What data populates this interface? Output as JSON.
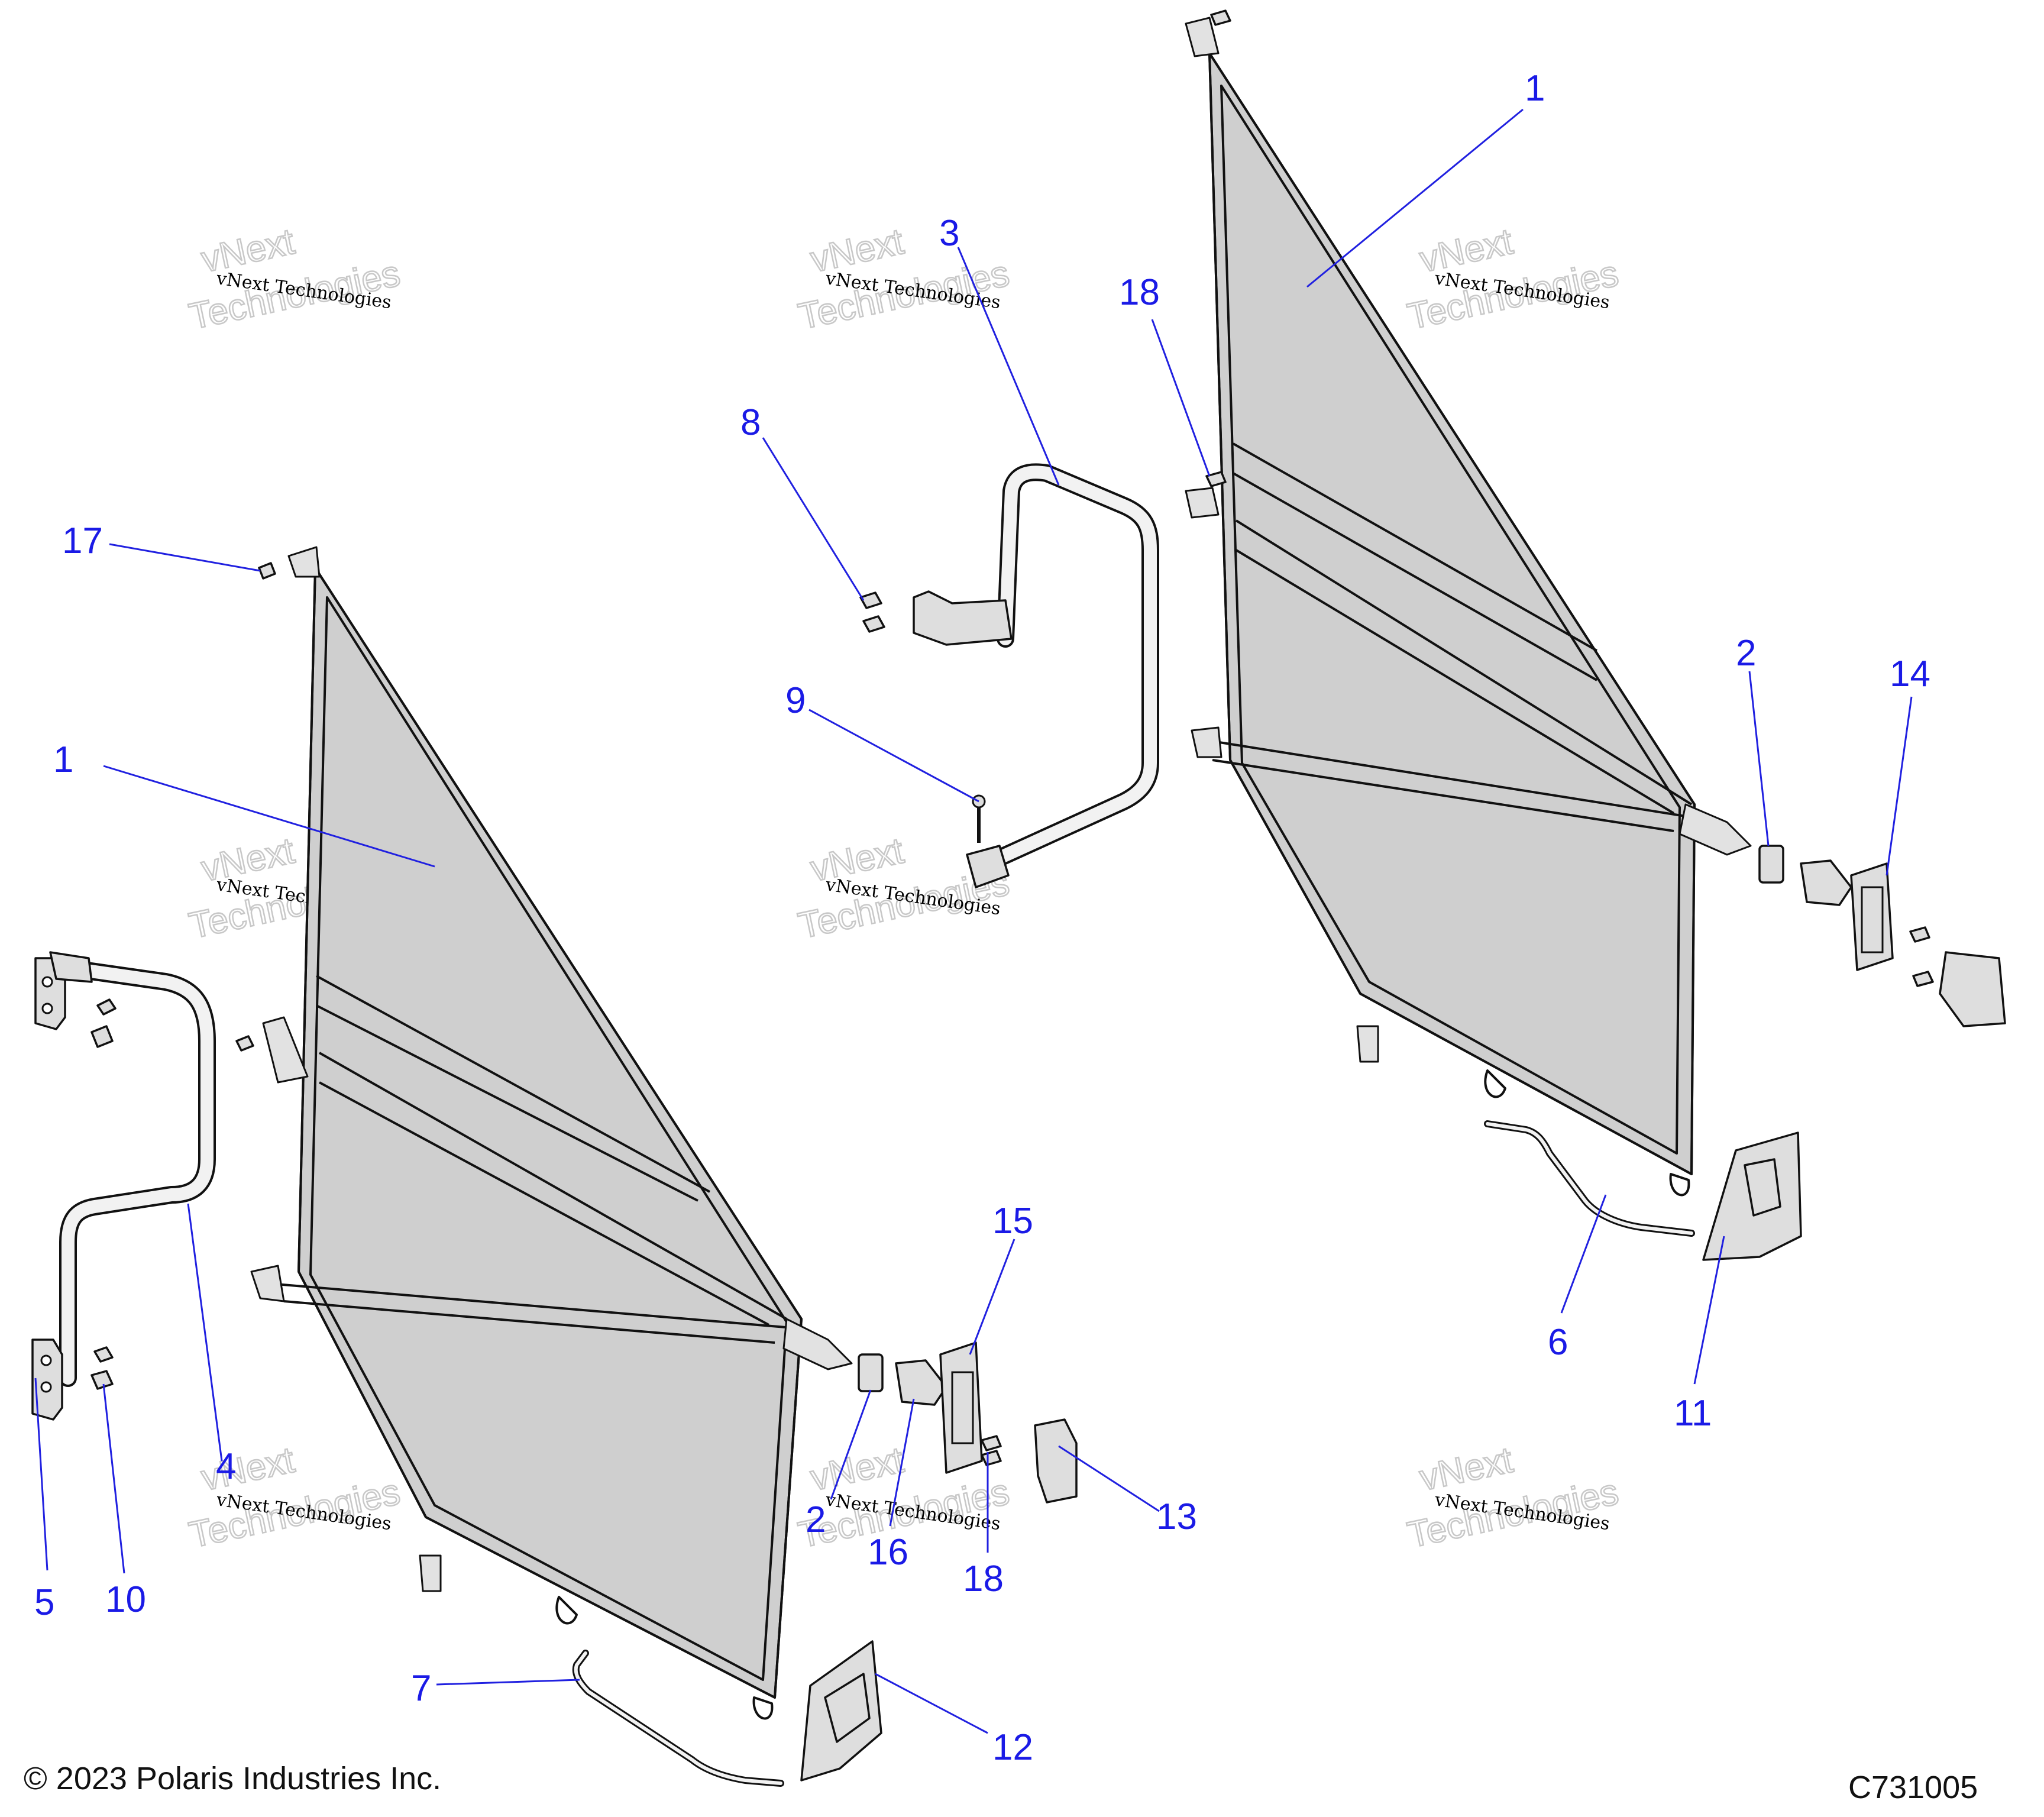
{
  "watermark": {
    "line1": "vNext Technologies",
    "line2": "vNext",
    "line3": "Technologies"
  },
  "callouts": {
    "c1a": "1",
    "c1b": "1",
    "c2a": "2",
    "c2b": "2",
    "c3": "3",
    "c4": "4",
    "c5": "5",
    "c6": "6",
    "c7": "7",
    "c8": "8",
    "c9": "9",
    "c10": "10",
    "c11": "11",
    "c12": "12",
    "c13": "13",
    "c14": "14",
    "c15": "15",
    "c16": "16",
    "c17": "17",
    "c18a": "18",
    "c18b": "18"
  },
  "footer": {
    "copyright": "© 2023 Polaris Industries Inc.",
    "diagram_id": "C731005"
  },
  "colors": {
    "callout": "#1a1ae6",
    "mesh": "#cfcfcf",
    "outline": "#111111"
  }
}
